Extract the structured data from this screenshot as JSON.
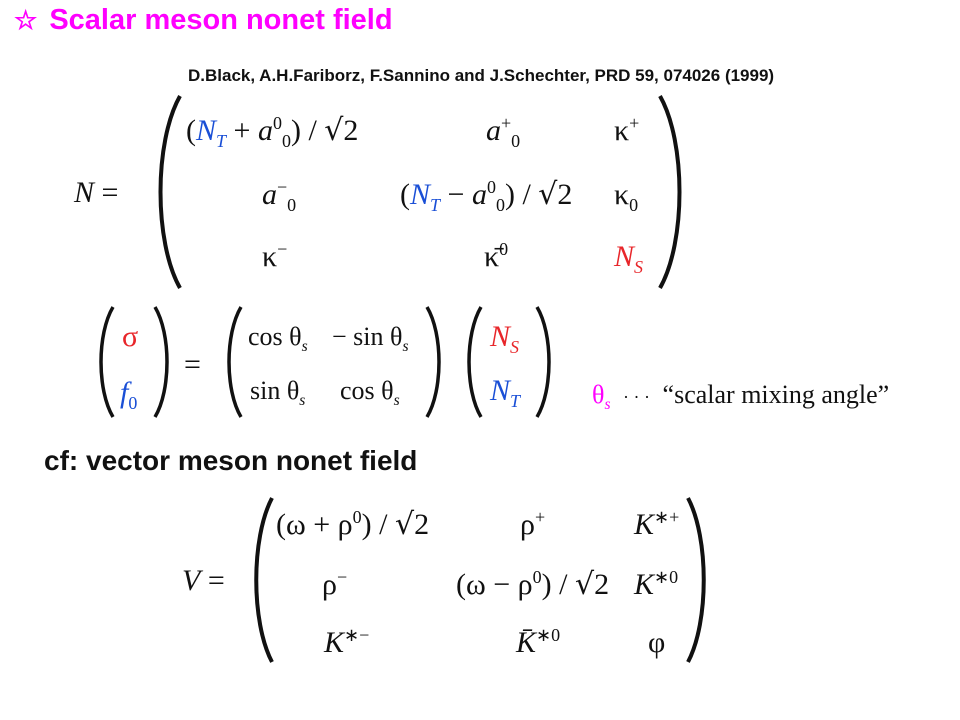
{
  "header": {
    "star_icon": "☆",
    "title": "Scalar meson nonet field",
    "reference": "D.Black, A.H.Fariborz, F.Sannino and J.Schechter, PRD 59, 074026 (1999)"
  },
  "scalar_matrix": {
    "lhs": "N",
    "equals": "="
  },
  "mixing": {
    "equals": "=",
    "label_symbol": "θ",
    "label_sub": "s",
    "label_dots": "· · ·",
    "label_text": "“scalar mixing angle”"
  },
  "vector_section": {
    "title": "cf: vector meson nonet field",
    "lhs": "V",
    "equals": "="
  },
  "colors": {
    "title": "#ff00ff",
    "nonstrange": "#1a4fd6",
    "strange": "#e8262a",
    "label": "#ff00ff"
  }
}
